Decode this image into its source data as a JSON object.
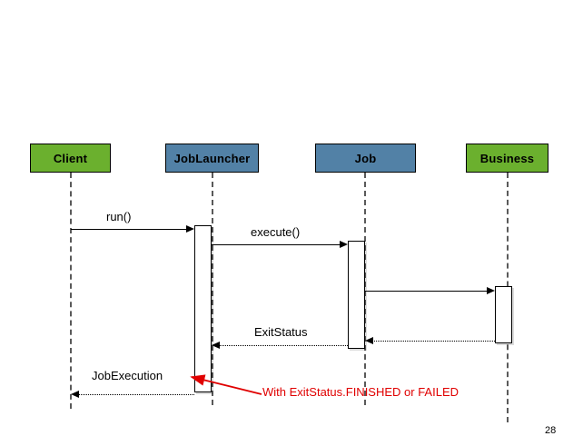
{
  "slide": {
    "page_number": "28",
    "colors": {
      "green": "#6BB02E",
      "blue": "#5281A6",
      "annotation_red": "#E00000",
      "lifeline": "#5A5A5A"
    }
  },
  "participants": [
    {
      "name": "Client",
      "label": "Client",
      "color": "green"
    },
    {
      "name": "JobLauncher",
      "label": "JobLauncher",
      "color": "blue"
    },
    {
      "name": "Job",
      "label": "Job",
      "color": "blue"
    },
    {
      "name": "Business",
      "label": "Business",
      "color": "green"
    }
  ],
  "messages": [
    {
      "name": "run",
      "label": "run()",
      "from": "Client",
      "to": "JobLauncher",
      "style": "solid"
    },
    {
      "name": "execute",
      "label": "execute()",
      "from": "JobLauncher",
      "to": "Job",
      "style": "solid"
    },
    {
      "name": "job-to-business",
      "label": "",
      "from": "Job",
      "to": "Business",
      "style": "solid"
    },
    {
      "name": "business-return",
      "label": "",
      "from": "Business",
      "to": "Job",
      "style": "dotted"
    },
    {
      "name": "exit-status",
      "label": "ExitStatus",
      "from": "Job",
      "to": "JobLauncher",
      "style": "dotted"
    },
    {
      "name": "job-execution",
      "label": "JobExecution",
      "from": "JobLauncher",
      "to": "Client",
      "style": "dotted"
    }
  ],
  "annotation": {
    "text": "With ExitStatus.FINISHED or FAILED"
  }
}
